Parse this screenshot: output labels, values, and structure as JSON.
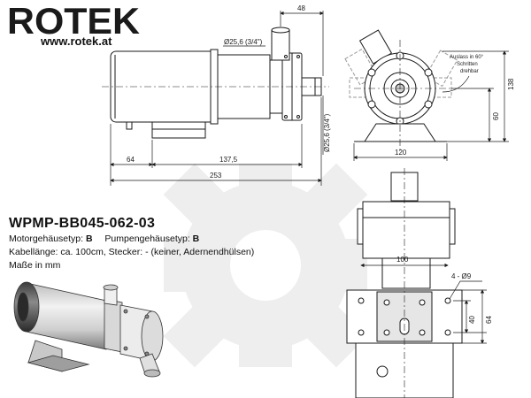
{
  "brand": {
    "logo_text": "ROTEK",
    "url": "www.rotek.at"
  },
  "model": "WPMP-BB045-062-03",
  "specs": {
    "motor_label": "Motorgehäusetyp:",
    "motor_value": "B",
    "pump_label": "Pumpengehäusetyp:",
    "pump_value": "B",
    "cable_line": "Kabellänge: ca. 100cm, Stecker: - (keiner, Adernendhülsen)",
    "units_line": "Maße in mm"
  },
  "dimensions": {
    "d48": "48",
    "inlet": "Ø25,6 (3/4\")",
    "outlet": "Ø25,6 (3/4\")",
    "d64": "64",
    "d137": "137,5",
    "d253": "253",
    "d120": "120",
    "d138": "138",
    "d60": "60",
    "d100": "100",
    "holes": "4 - Ø9",
    "d40": "40",
    "d64b": "64",
    "outlet_note_1": "Auslass in 60°",
    "outlet_note_2": "Schritten",
    "outlet_note_3": "drehbar"
  },
  "colors": {
    "line": "#1a1a1a",
    "fill_body": "#ffffff",
    "fill_shade": "#e6e6e6",
    "watermark": "#eeeeee"
  }
}
